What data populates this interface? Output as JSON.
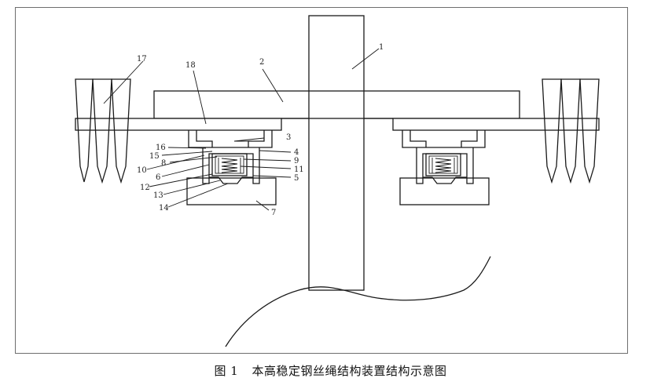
{
  "caption": {
    "figure_number": "图 1",
    "title": "本高稳定钢丝绳结构装置结构示意图"
  },
  "labels": {
    "l1": "1",
    "l2": "2",
    "l3": "3",
    "l4": "4",
    "l5": "5",
    "l6": "6",
    "l7": "7",
    "l8": "8",
    "l9": "9",
    "l10": "10",
    "l11": "11",
    "l12": "12",
    "l13": "13",
    "l14": "14",
    "l15": "15",
    "l16": "16",
    "l17": "17",
    "l18": "18"
  }
}
